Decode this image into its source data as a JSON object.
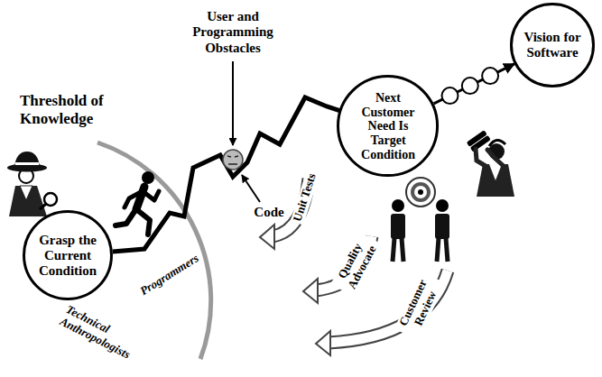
{
  "diagram": {
    "nodes": [
      {
        "text": [
          "Grasp the Current Condition"
        ]
      },
      {
        "text": [
          "Next Customer Need Is Target Condition"
        ]
      },
      {
        "text": [
          "Vision for Software"
        ]
      }
    ],
    "edges": [
      {
        "from": 0,
        "to": 1,
        "arrow": "none"
      },
      {
        "from": 1,
        "to": 2,
        "arrow": "to"
      }
    ],
    "labels": [
      "Threshold of Knowledge",
      "User and Programming Obstacles",
      "Code",
      "Programmers",
      "Technical Anthropologists",
      "Unit Tests",
      "Quality Advocate",
      "Customer Review"
    ]
  }
}
